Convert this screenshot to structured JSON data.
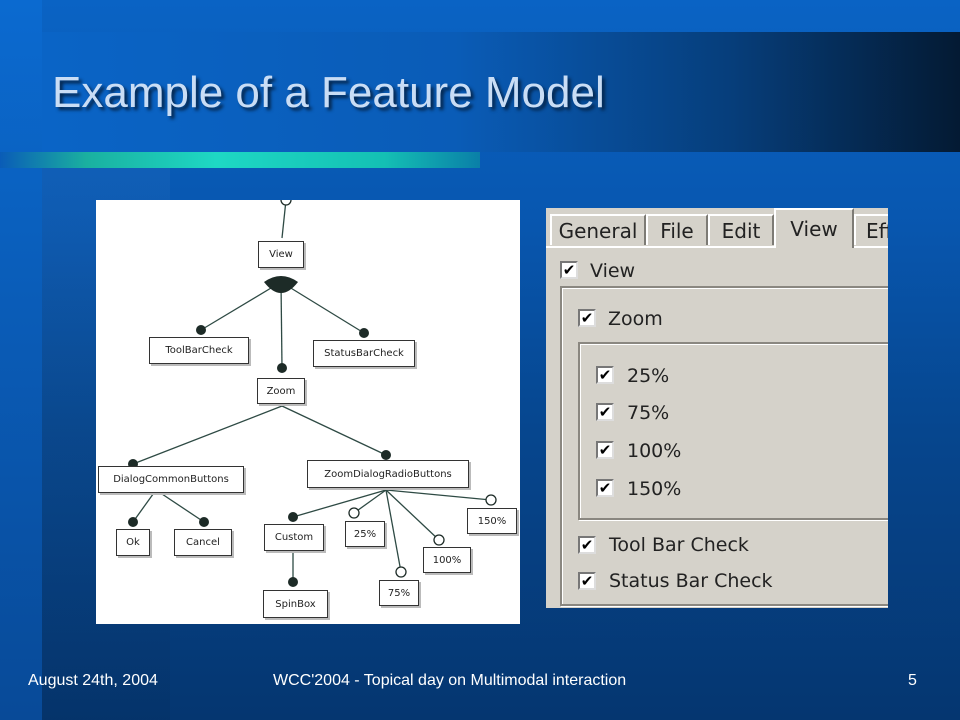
{
  "slide": {
    "title": "Example of a Feature Model",
    "footer": {
      "date": "August 24th, 2004",
      "event": "WCC'2004 - Topical day on Multimodal interaction",
      "page_number": "5"
    }
  },
  "feature_model": {
    "root": "View",
    "nodes": {
      "toolbar": "ToolBarCheck",
      "statusbar": "StatusBarCheck",
      "zoom": "Zoom",
      "dialog_common": "DialogCommonButtons",
      "zoom_dialog": "ZoomDialogRadioButtons",
      "ok": "Ok",
      "cancel": "Cancel",
      "custom": "Custom",
      "spinbox": "SpinBox",
      "p25": "25%",
      "p75": "75%",
      "p100": "100%",
      "p150": "150%"
    }
  },
  "dialog": {
    "tabs": [
      "General",
      "File",
      "Edit",
      "View",
      "Eff"
    ],
    "active_tab": "View",
    "checkboxes": {
      "view": "View",
      "zoom": "Zoom",
      "p25": "25%",
      "p75": "75%",
      "p100": "100%",
      "p150": "150%",
      "toolbar": "Tool Bar Check",
      "statusbar": "Status Bar Check"
    },
    "check_glyph": "✔"
  }
}
